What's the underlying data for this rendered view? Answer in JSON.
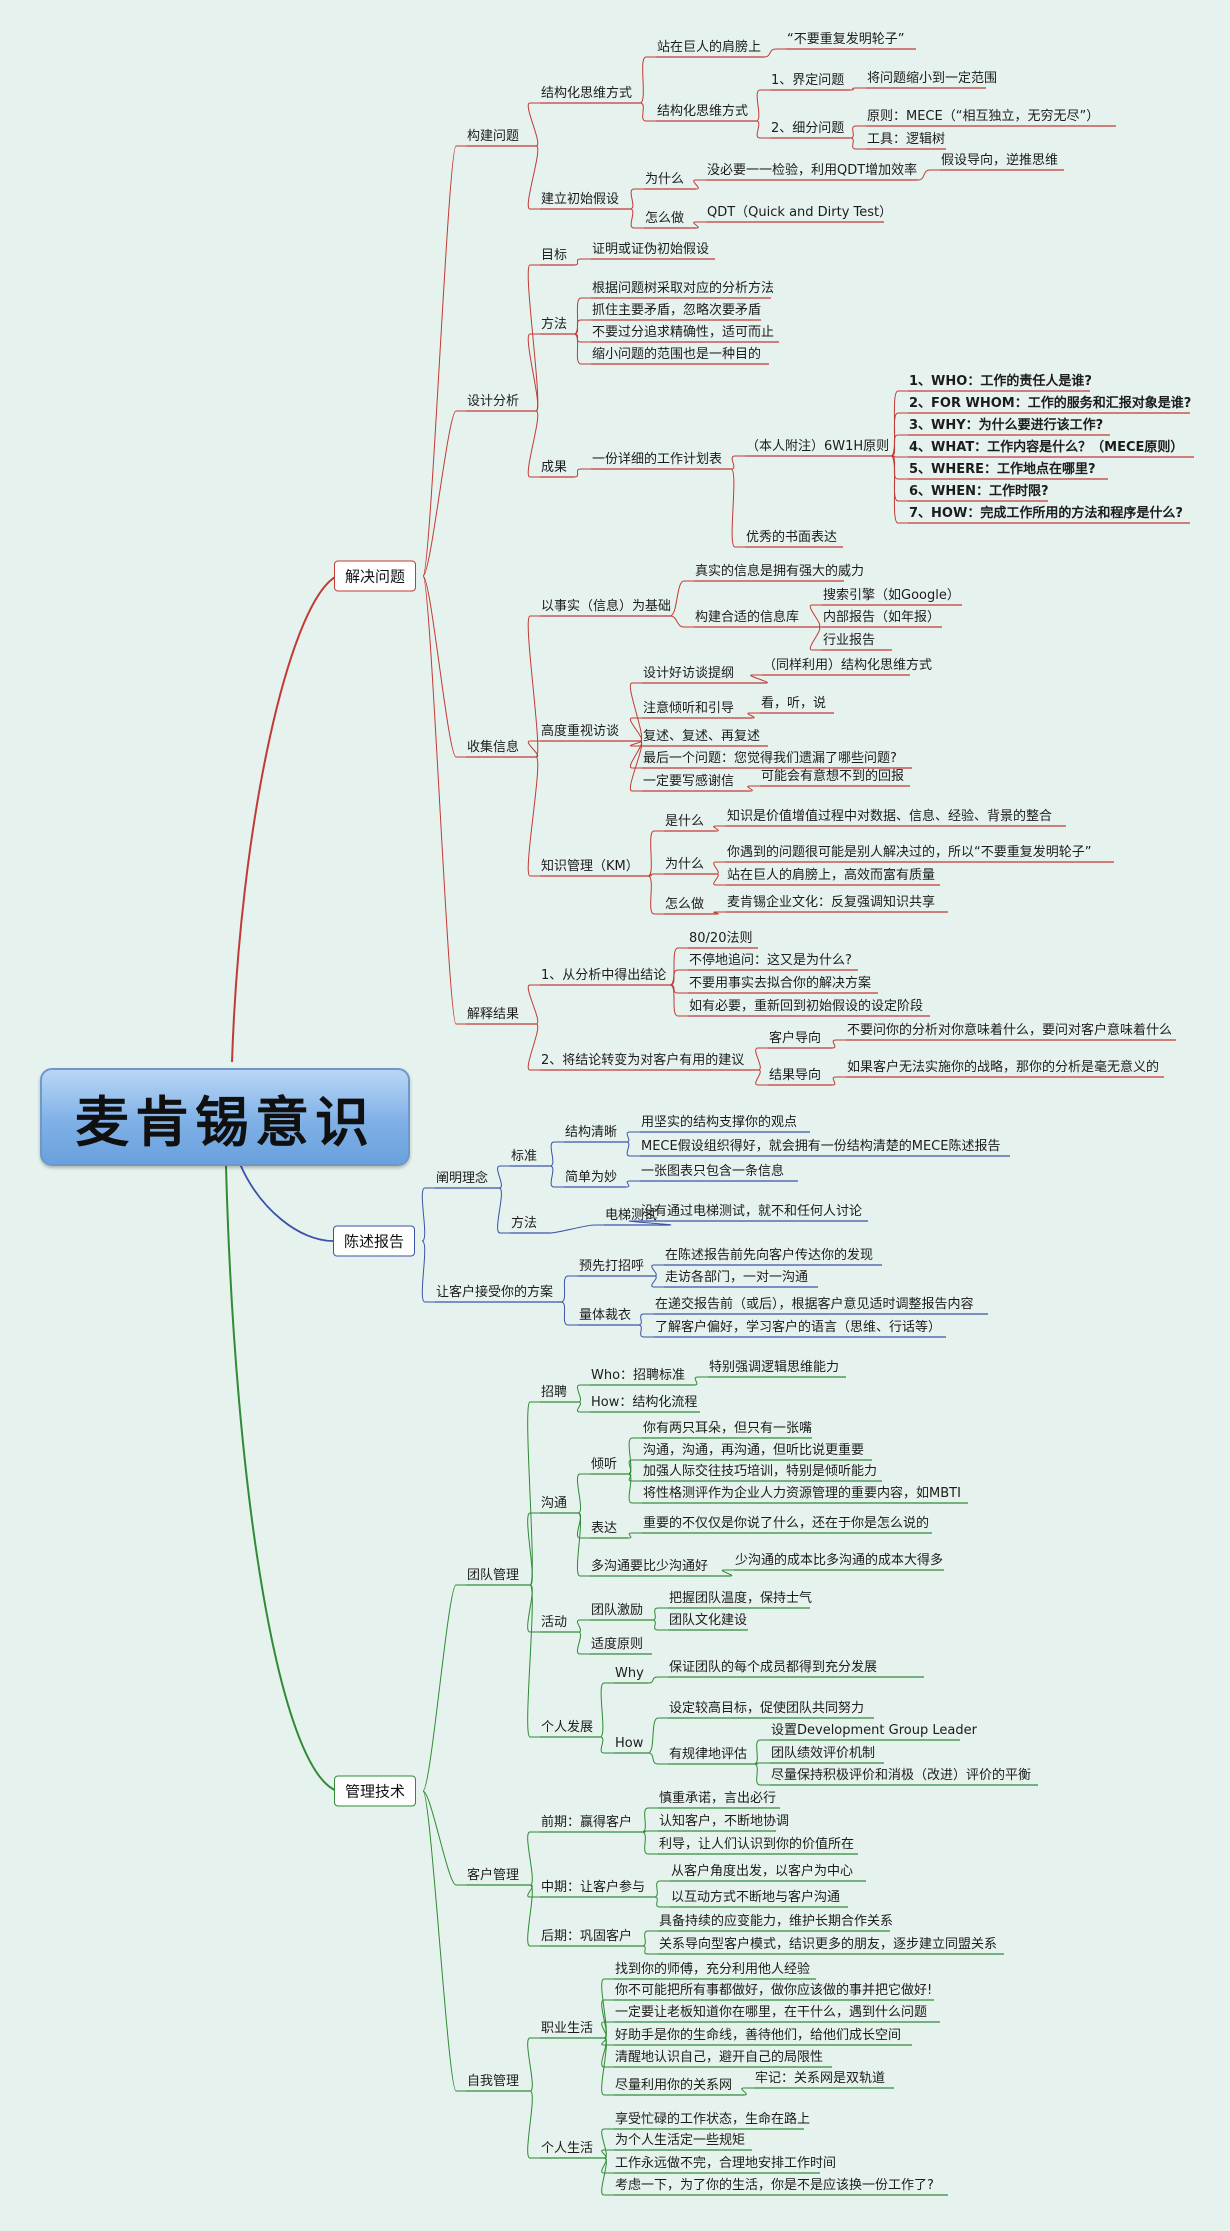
{
  "central": "麦肯锡意识",
  "branches": [
    {
      "id": "b1",
      "label": "解决问题",
      "color": "#c23a34"
    },
    {
      "id": "b2",
      "label": "陈述报告",
      "color": "#3b52a8"
    },
    {
      "id": "b3",
      "label": "管理技术",
      "color": "#2f8b34"
    }
  ],
  "nodes": {
    "n1": "构建问题",
    "n2": "结构化思维方式",
    "n3": "站在巨人的肩膀上",
    "n4": "“不要重复发明轮子”",
    "n5": "结构化思维方式",
    "n6": "1、界定问题",
    "n7": "将问题缩小到一定范围",
    "n8": "2、细分问题",
    "n9": "原则：MECE（“相互独立，无穷无尽”）",
    "n10": "工具：逻辑树",
    "n11": "建立初始假设",
    "n12": "为什么",
    "n13": "没必要一一检验，利用QDT增加效率",
    "n14": "假设导向，逆推思维",
    "n15": "怎么做",
    "n16": "QDT（Quick and Dirty Test）",
    "n17": "设计分析",
    "n18": "目标",
    "n19": "证明或证伪初始假设",
    "n20": "方法",
    "n21": "根据问题树采取对应的分析方法",
    "n22": "抓住主要矛盾，忽略次要矛盾",
    "n23": "不要过分追求精确性，适可而止",
    "n24": "缩小问题的范围也是一种目的",
    "n25": "成果",
    "n26": "一份详细的工作计划表",
    "n27": "（本人附注）6W1H原则",
    "n28": "1、WHO：工作的责任人是谁?",
    "n29": "2、FOR WHOM：工作的服务和汇报对象是谁?",
    "n30": "3、WHY：为什么要进行该工作?",
    "n31": "4、WHAT：工作内容是什么？（MECE原则）",
    "n32": "5、WHERE：工作地点在哪里?",
    "n33": "6、WHEN：工作时限?",
    "n34": "7、HOW：完成工作所用的方法和程序是什么?",
    "n35": "优秀的书面表达",
    "n36": "收集信息",
    "n37": "以事实（信息）为基础",
    "n38": "真实的信息是拥有强大的威力",
    "n39": "构建合适的信息库",
    "n40": "搜索引擎（如Google）",
    "n41": "内部报告（如年报）",
    "n42": "行业报告",
    "n43": "高度重视访谈",
    "n44": "设计好访谈提纲",
    "n45": "（同样利用）结构化思维方式",
    "n46": "注意倾听和引导",
    "n47": "看，听，说",
    "n48": "复述、复述、再复述",
    "n49": "最后一个问题：您觉得我们遗漏了哪些问题?",
    "n50": "一定要写感谢信",
    "n51": "可能会有意想不到的回报",
    "n52": "知识管理（KM）",
    "n53": "是什么",
    "n54": "知识是价值增值过程中对数据、信息、经验、背景的整合",
    "n55": "为什么",
    "n56": "你遇到的问题很可能是别人解决过的，所以“不要重复发明轮子”",
    "n57": "站在巨人的肩膀上，高效而富有质量",
    "n58": "怎么做",
    "n59": "麦肯锡企业文化：反复强调知识共享",
    "n60": "解释结果",
    "n61": "1、从分析中得出结论",
    "n62": "80/20法则",
    "n63": "不停地追问：这又是为什么?",
    "n64": "不要用事实去拟合你的解决方案",
    "n65": "如有必要，重新回到初始假设的设定阶段",
    "n66": "2、将结论转变为对客户有用的建议",
    "n67": "客户导向",
    "n68": "不要问你的分析对你意味着什么，要问对客户意味着什么",
    "n69": "结果导向",
    "n70": "如果客户无法实施你的战略，那你的分析是毫无意义的",
    "m1": "阐明理念",
    "m2": "标准",
    "m3": "结构清晰",
    "m4": "用坚实的结构支撑你的观点",
    "m5": "MECE假设组织得好，就会拥有一份结构清楚的MECE陈述报告",
    "m6": "简单为妙",
    "m7": "一张图表只包含一条信息",
    "m8": "方法",
    "m9": "电梯测试",
    "m10": "没有通过电梯测试，就不和任何人讨论",
    "m11": "让客户接受你的方案",
    "m12": "预先打招呼",
    "m13": "在陈述报告前先向客户传达你的发现",
    "m14": "走访各部门，一对一沟通",
    "m15": "量体裁衣",
    "m16": "在递交报告前（或后），根据客户意见适时调整报告内容",
    "m17": "了解客户偏好，学习客户的语言（思维、行话等）",
    "g1": "团队管理",
    "g2": "招聘",
    "g3": "Who：招聘标准",
    "g4": "特别强调逻辑思维能力",
    "g5": "How：结构化流程",
    "g6": "沟通",
    "g7": "倾听",
    "g8": "你有两只耳朵，但只有一张嘴",
    "g9": "沟通，沟通，再沟通，但听比说更重要",
    "g10": "加强人际交往技巧培训，特别是倾听能力",
    "g11": "将性格测评作为企业人力资源管理的重要内容，如MBTI",
    "g12": "表达",
    "g13": "重要的不仅仅是你说了什么，还在于你是怎么说的",
    "g14": "多沟通要比少沟通好",
    "g15": "少沟通的成本比多沟通的成本大得多",
    "g16": "活动",
    "g17": "团队激励",
    "g18": "把握团队温度，保持士气",
    "g19": "团队文化建设",
    "g20": "适度原则",
    "g21": "个人发展",
    "g22": "Why",
    "g23": "保证团队的每个成员都得到充分发展",
    "g24": "How",
    "g25": "设定较高目标，促使团队共同努力",
    "g26": "有规律地评估",
    "g27": "设置Development Group Leader",
    "g28": "团队绩效评价机制",
    "g29": "尽量保持积极评价和消极（改进）评价的平衡",
    "g30": "客户管理",
    "g31": "前期：赢得客户",
    "g32": "慎重承诺，言出必行",
    "g33": "认知客户，不断地协调",
    "g34": "利导，让人们认识到你的价值所在",
    "g35": "中期：让客户参与",
    "g36": "从客户角度出发，以客户为中心",
    "g37": "以互动方式不断地与客户沟通",
    "g38": "后期：巩固客户",
    "g39": "具备持续的应变能力，维护长期合作关系",
    "g40": "关系导向型客户模式，结识更多的朋友，逐步建立同盟关系",
    "g41": "自我管理",
    "g42": "职业生活",
    "g43": "找到你的师傅，充分利用他人经验",
    "g44": "你不可能把所有事都做好，做你应该做的事并把它做好!",
    "g45": "一定要让老板知道你在哪里，在干什么，遇到什么问题",
    "g46": "好助手是你的生命线，善待他们，给他们成长空间",
    "g47": "清醒地认识自己，避开自己的局限性",
    "g48": "尽量利用你的关系网",
    "g49": "牢记：关系网是双轨道",
    "g50": "个人生活",
    "g51": "享受忙碌的工作状态，生命在路上",
    "g52": "为个人生活定一些规矩",
    "g53": "工作永远做不完，合理地安排工作时间",
    "g54": "考虑一下，为了你的生活，你是不是应该换一份工作了?"
  }
}
